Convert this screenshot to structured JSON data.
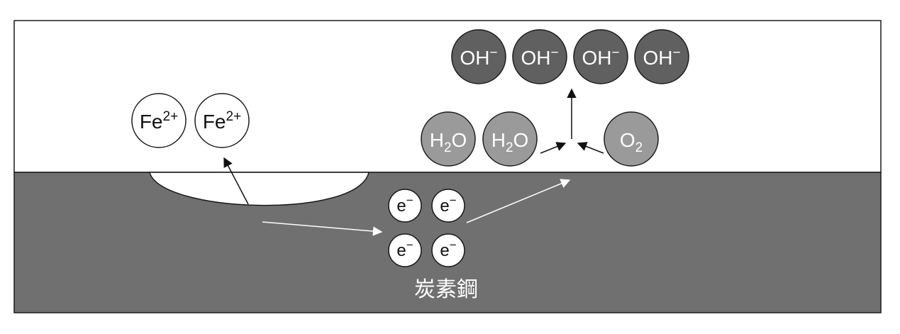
{
  "diagram": {
    "colors": {
      "water": "#ffffff",
      "steel": "#707070",
      "outline": "#1a1a1a",
      "hydroxide_fill": "#606060",
      "reactant_fill": "#9a9a9a",
      "ion_fill": "#ffffff"
    },
    "iron_ions": [
      {
        "base": "Fe",
        "sup": "2+"
      },
      {
        "base": "Fe",
        "sup": "2+"
      }
    ],
    "electrons": [
      {
        "base": "e",
        "sup": "−"
      },
      {
        "base": "e",
        "sup": "−"
      },
      {
        "base": "e",
        "sup": "−"
      },
      {
        "base": "e",
        "sup": "−"
      }
    ],
    "water_molecules": [
      {
        "pre": "H",
        "sub": "2",
        "post": "O"
      },
      {
        "pre": "H",
        "sub": "2",
        "post": "O"
      }
    ],
    "oxygen": {
      "pre": "O",
      "sub": "2",
      "post": ""
    },
    "hydroxides": [
      {
        "base": "OH",
        "sup": "−"
      },
      {
        "base": "OH",
        "sup": "−"
      },
      {
        "base": "OH",
        "sup": "−"
      },
      {
        "base": "OH",
        "sup": "−"
      }
    ],
    "material_label": "炭素鋼"
  }
}
